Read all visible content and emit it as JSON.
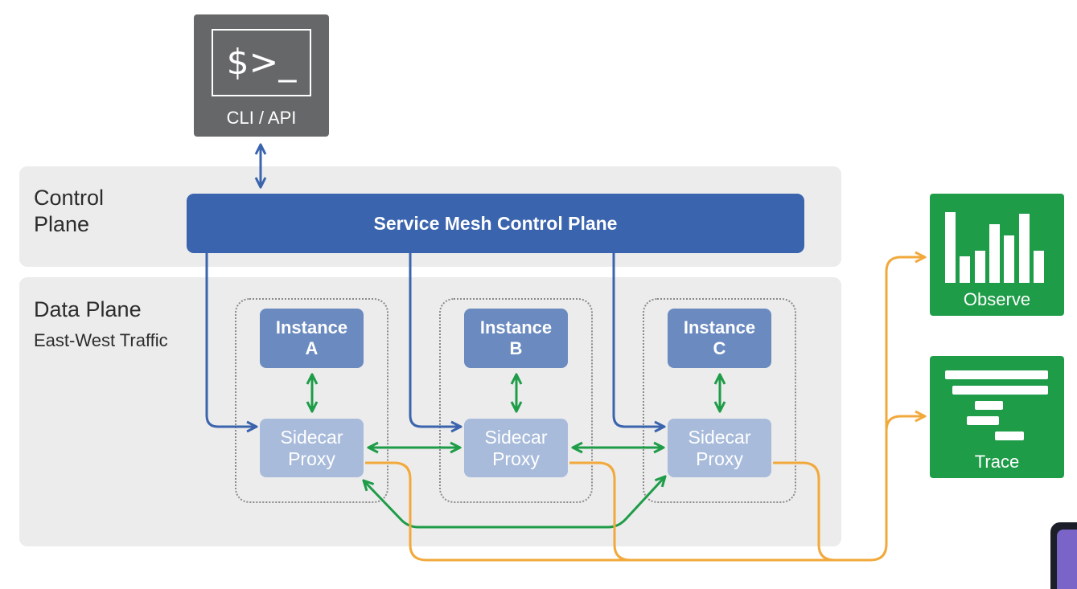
{
  "cli": {
    "prompt": "$>_",
    "label": "CLI / API"
  },
  "control_plane": {
    "title_line1": "Control",
    "title_line2": "Plane",
    "bar_label": "Service Mesh Control Plane"
  },
  "data_plane": {
    "title": "Data Plane",
    "subtitle": "East-West Traffic"
  },
  "instances": [
    {
      "line1": "Instance",
      "line2": "A"
    },
    {
      "line1": "Instance",
      "line2": "B"
    },
    {
      "line1": "Instance",
      "line2": "C"
    }
  ],
  "sidecar": {
    "line1": "Sidecar",
    "line2": "Proxy"
  },
  "observe": {
    "label": "Observe",
    "bars": [
      0.93,
      0.35,
      0.42,
      0.77,
      0.62,
      0.9,
      0.42
    ]
  },
  "trace": {
    "label": "Trace"
  },
  "colors": {
    "control_blue": "#3a64ad",
    "instance_blue": "#6a8ac0",
    "sidecar_blue": "#a8bbdb",
    "green_arrow": "#1e9c48",
    "orange_flow": "#f2a93b",
    "panel_gray": "#ececec",
    "cli_gray": "#666769"
  }
}
